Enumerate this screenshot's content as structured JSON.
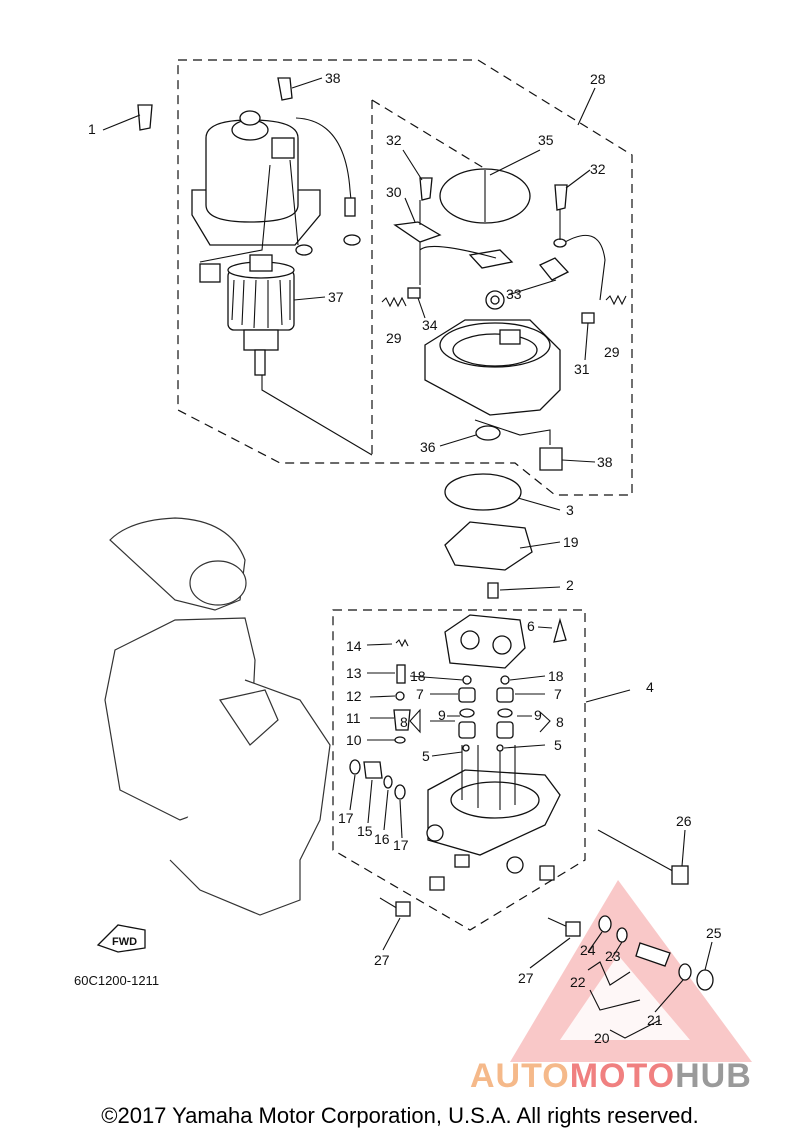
{
  "diagram": {
    "doc_id": "60C1200-1211",
    "fwd_label": "FWD",
    "copyright": "©2017 Yamaha Motor Corporation, U.S.A. All rights reserved.",
    "watermark": {
      "part1": "AUTO",
      "part2": "MOTO",
      "part3": "HUB"
    },
    "callouts": [
      "1",
      "38",
      "28",
      "32",
      "35",
      "32",
      "30",
      "37",
      "33",
      "34",
      "29",
      "29",
      "31",
      "36",
      "38",
      "3",
      "19",
      "2",
      "6",
      "14",
      "13",
      "18",
      "18",
      "12",
      "7",
      "7",
      "4",
      "11",
      "8",
      "9",
      "9",
      "8",
      "10",
      "5",
      "5",
      "17",
      "15",
      "16",
      "17",
      "26",
      "27",
      "27",
      "24",
      "23",
      "25",
      "22",
      "21",
      "20"
    ]
  }
}
